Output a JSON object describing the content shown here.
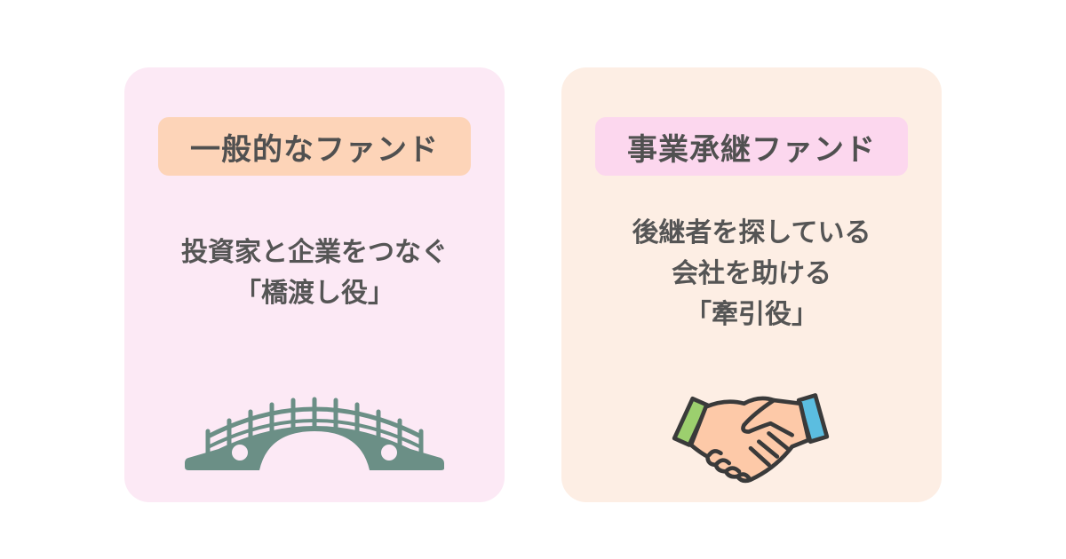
{
  "cards": [
    {
      "title": "一般的なファンド",
      "description_lines": [
        "投資家と企業をつなぐ",
        "「橋渡し役」"
      ],
      "icon": "bridge-icon",
      "background": "#fce9f5",
      "tag_color": "#fdd4b8"
    },
    {
      "title": "事業承継ファンド",
      "description_lines": [
        "後継者を探している",
        "会社を助ける",
        "「牽引役」"
      ],
      "icon": "handshake-icon",
      "background": "#fdeee4",
      "tag_color": "#fcd7ee"
    }
  ],
  "colors": {
    "text": "#555555",
    "bridge": "#6b8f86",
    "skin": "#fdc9a8",
    "cuff_left": "#9ccf6e",
    "cuff_right": "#5bbde0",
    "outline": "#3a3a3a"
  }
}
